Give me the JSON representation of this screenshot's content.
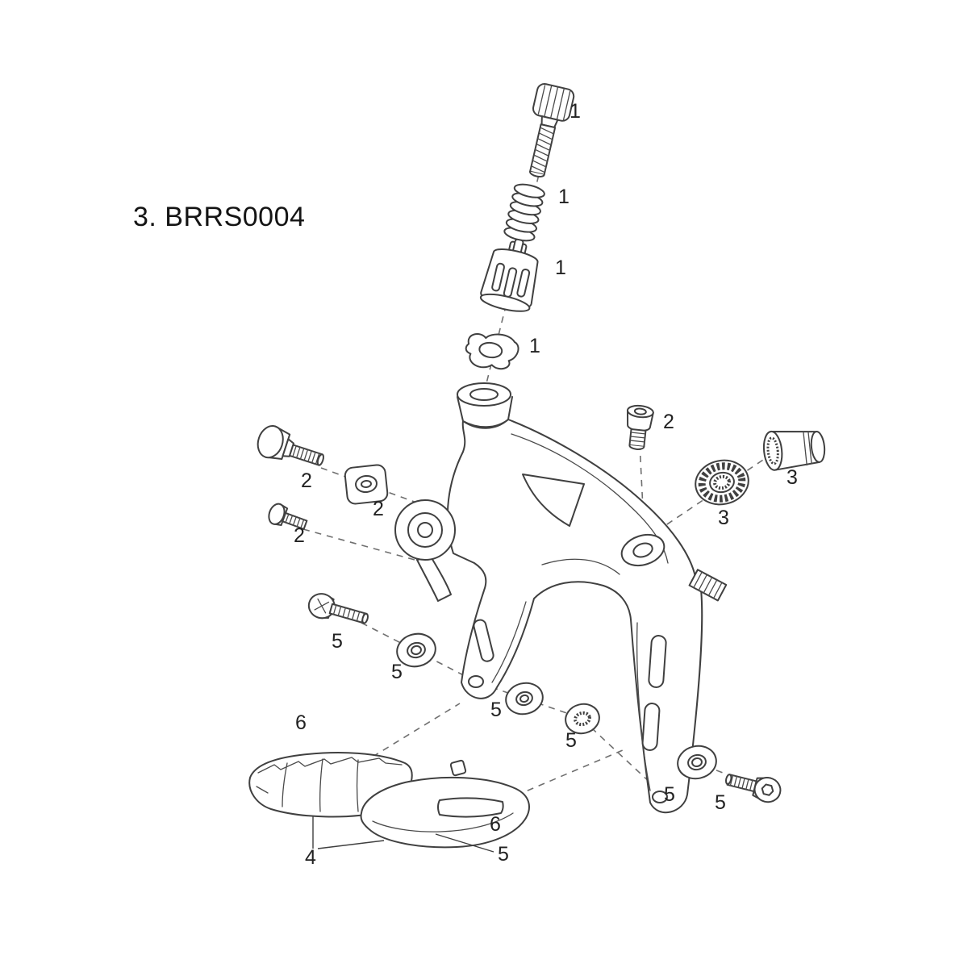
{
  "title": "3. BRRS0004",
  "colors": {
    "ink": "#404040",
    "background": "#ffffff"
  },
  "diagram": {
    "type": "exploded-parts-diagram",
    "subject": "road rim-brake caliper exploded view",
    "callouts": [
      {
        "number": "1",
        "part": "adjuster-bolt"
      },
      {
        "number": "1",
        "part": "adjuster-spring"
      },
      {
        "number": "1",
        "part": "adjuster-housing"
      },
      {
        "number": "1",
        "part": "cable-guide-clamp"
      },
      {
        "number": "2",
        "part": "mounting-bolt"
      },
      {
        "number": "2",
        "part": "square-nut"
      },
      {
        "number": "2",
        "part": "set-screw"
      },
      {
        "number": "2",
        "part": "fixing-screw"
      },
      {
        "number": "3",
        "part": "serrated-washer"
      },
      {
        "number": "3",
        "part": "barrel-nut"
      },
      {
        "number": "5",
        "part": "pad-screw-left"
      },
      {
        "number": "5",
        "part": "washer-a"
      },
      {
        "number": "5",
        "part": "washer-b"
      },
      {
        "number": "5",
        "part": "washer-c"
      },
      {
        "number": "6",
        "part": "brake-pad-left"
      },
      {
        "number": "6",
        "part": "brake-pad-holder"
      },
      {
        "number": "4",
        "part": "pad-set"
      },
      {
        "number": "5",
        "part": "pad-post"
      },
      {
        "number": "5",
        "part": "washer-right"
      },
      {
        "number": "5",
        "part": "pad-screw-right"
      }
    ]
  }
}
